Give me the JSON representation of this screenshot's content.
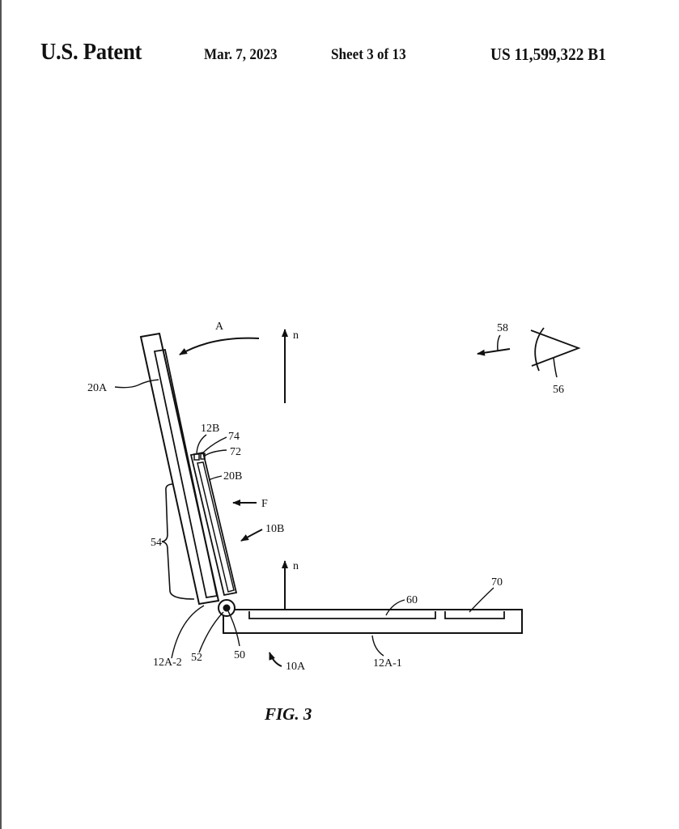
{
  "header": {
    "title": "U.S. Patent",
    "date": "Mar. 7, 2023",
    "sheet": "Sheet 3 of 13",
    "patent_number": "US 11,599,322 B1"
  },
  "figure": {
    "caption": "FIG. 3",
    "labels": {
      "A": "A",
      "n_top": "n",
      "n_bottom": "n",
      "l20A": "20A",
      "l58": "58",
      "l56": "56",
      "l12B": "12B",
      "l74": "74",
      "l72": "72",
      "l20B": "20B",
      "F": "F",
      "l10B": "10B",
      "l54": "54",
      "l60": "60",
      "l70": "70",
      "l12A2": "12A-2",
      "l52": "52",
      "l50": "50",
      "l10A": "10A",
      "l12A1": "12A-1"
    }
  }
}
